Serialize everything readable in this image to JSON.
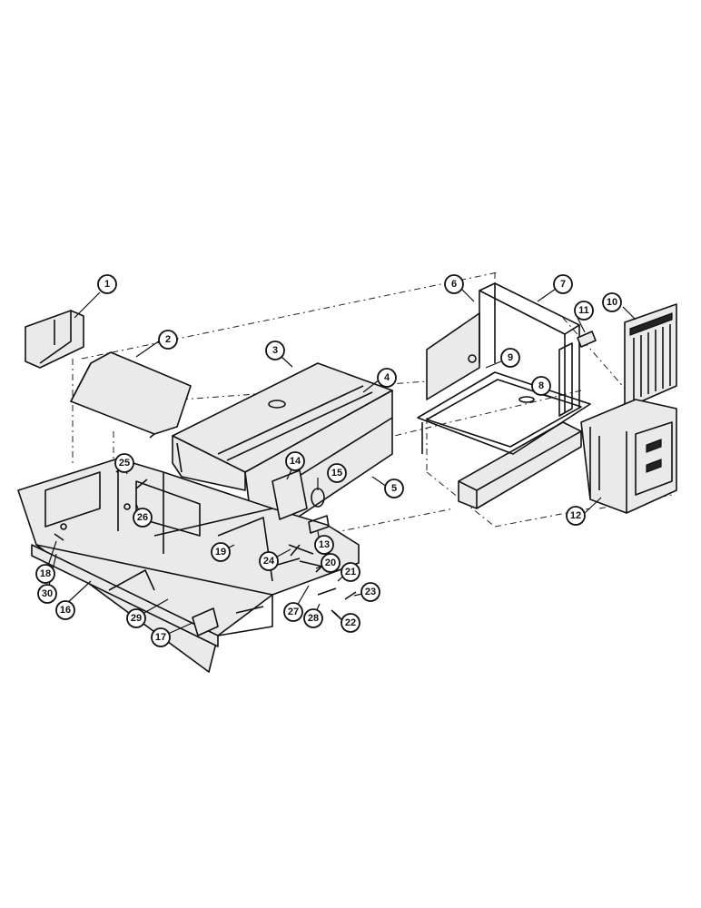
{
  "callouts": [
    {
      "number": "1"
    },
    {
      "number": "2"
    },
    {
      "number": "3"
    },
    {
      "number": "4"
    },
    {
      "number": "5"
    },
    {
      "number": "6"
    },
    {
      "number": "7"
    },
    {
      "number": "8"
    },
    {
      "number": "9"
    },
    {
      "number": "10"
    },
    {
      "number": "11"
    },
    {
      "number": "12"
    },
    {
      "number": "13"
    },
    {
      "number": "14"
    },
    {
      "number": "15"
    },
    {
      "number": "16"
    },
    {
      "number": "17"
    },
    {
      "number": "18"
    },
    {
      "number": "19"
    },
    {
      "number": "20"
    },
    {
      "number": "21"
    },
    {
      "number": "22"
    },
    {
      "number": "23"
    },
    {
      "number": "24"
    },
    {
      "number": "25"
    },
    {
      "number": "26"
    },
    {
      "number": "27"
    },
    {
      "number": "28"
    },
    {
      "number": "29"
    },
    {
      "number": "30"
    }
  ],
  "colors": {
    "ink": "#111111",
    "background": "#ffffff"
  }
}
